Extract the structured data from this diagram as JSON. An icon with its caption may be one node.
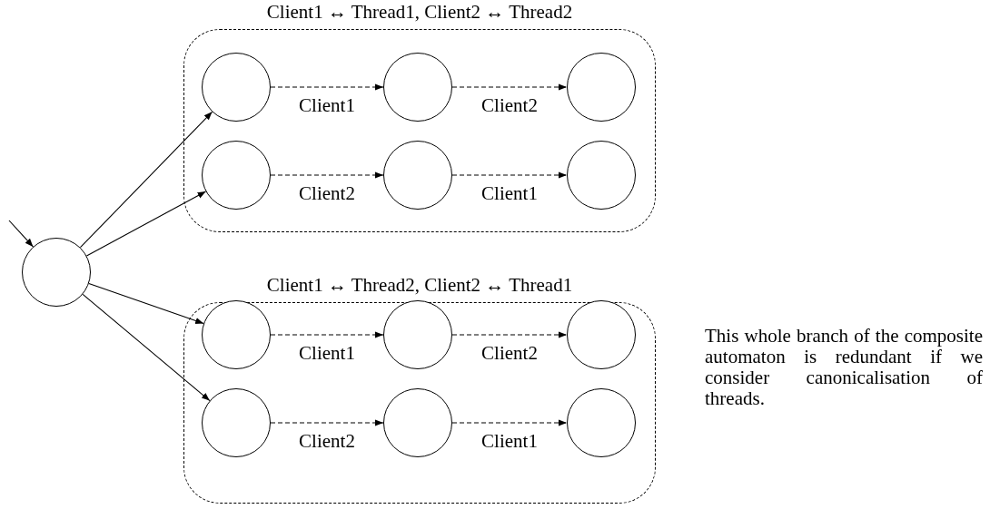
{
  "diagram": {
    "nodes": [
      {
        "text": [],
        "shape": "circle"
      },
      {
        "text": [
          "Client1 ↔ Thread1, Client2 ↔ Thread2"
        ]
      },
      {
        "text": [],
        "shape": "circle",
        "in": 1
      },
      {
        "text": [],
        "shape": "circle",
        "in": 1
      },
      {
        "text": [],
        "shape": "circle",
        "in": 1
      },
      {
        "text": [],
        "shape": "circle",
        "in": 1
      },
      {
        "text": [],
        "shape": "circle",
        "in": 1
      },
      {
        "text": [],
        "shape": "circle",
        "in": 1
      },
      {
        "text": [
          "Client1 ↔ Thread2, Client2 ↔ Thread1"
        ],
        "beside": [
          "This whole branch of the composite automaton is redundant if we consider canonicalisation of threads."
        ]
      },
      {
        "text": [],
        "shape": "circle",
        "in": 8
      },
      {
        "text": [],
        "shape": "circle",
        "in": 8
      },
      {
        "text": [],
        "shape": "circle",
        "in": 8
      },
      {
        "text": [],
        "shape": "circle",
        "in": 8
      },
      {
        "text": [],
        "shape": "circle",
        "in": 8
      },
      {
        "text": [],
        "shape": "circle",
        "in": 8
      }
    ],
    "edges": [
      {
        "from": null,
        "to": 0,
        "arrow": "to"
      },
      {
        "from": 0,
        "to": 2,
        "arrow": "to"
      },
      {
        "from": 0,
        "to": 5,
        "arrow": "to"
      },
      {
        "from": 0,
        "to": 9,
        "arrow": "to"
      },
      {
        "from": 0,
        "to": 12,
        "arrow": "to"
      },
      {
        "from": 2,
        "to": 3,
        "arrow": "to",
        "label": "Client1",
        "style": "dashed"
      },
      {
        "from": 3,
        "to": 4,
        "arrow": "to",
        "label": "Client2",
        "style": "dashed"
      },
      {
        "from": 5,
        "to": 6,
        "arrow": "to",
        "label": "Client2",
        "style": "dashed"
      },
      {
        "from": 6,
        "to": 7,
        "arrow": "to",
        "label": "Client1",
        "style": "dashed"
      },
      {
        "from": 9,
        "to": 10,
        "arrow": "to",
        "label": "Client1",
        "style": "dashed"
      },
      {
        "from": 10,
        "to": 11,
        "arrow": "to",
        "label": "Client2",
        "style": "dashed"
      },
      {
        "from": 12,
        "to": 13,
        "arrow": "to",
        "label": "Client2",
        "style": "dashed"
      },
      {
        "from": 13,
        "to": 14,
        "arrow": "to",
        "label": "Client1",
        "style": "dashed"
      }
    ]
  }
}
